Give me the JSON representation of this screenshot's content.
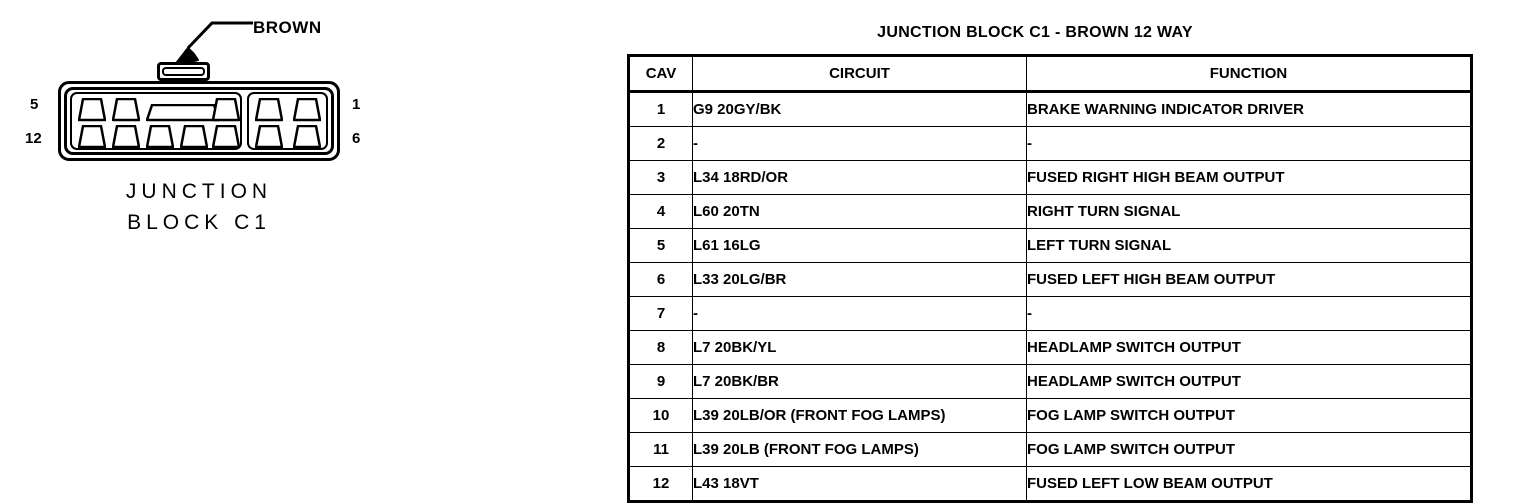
{
  "connector": {
    "callout_label": "BROWN",
    "caption_line1": "JUNCTION",
    "caption_line2": "BLOCK C1",
    "pin_labels": {
      "top_left": "5",
      "bottom_left": "12",
      "top_right": "1",
      "bottom_right": "6"
    },
    "cavity_count": 12,
    "color": "#000000"
  },
  "table": {
    "title": "JUNCTION BLOCK C1 - BROWN 12 WAY",
    "headers": [
      "CAV",
      "CIRCUIT",
      "FUNCTION"
    ],
    "rows": [
      {
        "cav": "1",
        "circuit": "G9 20GY/BK",
        "function": "BRAKE WARNING INDICATOR DRIVER"
      },
      {
        "cav": "2",
        "circuit": "-",
        "function": "-"
      },
      {
        "cav": "3",
        "circuit": "L34 18RD/OR",
        "function": "FUSED RIGHT HIGH BEAM OUTPUT"
      },
      {
        "cav": "4",
        "circuit": "L60 20TN",
        "function": "RIGHT TURN SIGNAL"
      },
      {
        "cav": "5",
        "circuit": "L61 16LG",
        "function": "LEFT TURN SIGNAL"
      },
      {
        "cav": "6",
        "circuit": "L33 20LG/BR",
        "function": "FUSED LEFT HIGH BEAM OUTPUT"
      },
      {
        "cav": "7",
        "circuit": "-",
        "function": "-"
      },
      {
        "cav": "8",
        "circuit": "L7 20BK/YL",
        "function": "HEADLAMP SWITCH OUTPUT"
      },
      {
        "cav": "9",
        "circuit": "L7 20BK/BR",
        "function": "HEADLAMP SWITCH OUTPUT"
      },
      {
        "cav": "10",
        "circuit": "L39 20LB/OR (FRONT FOG LAMPS)",
        "function": "FOG LAMP SWITCH OUTPUT"
      },
      {
        "cav": "11",
        "circuit": "L39 20LB (FRONT FOG LAMPS)",
        "function": "FOG LAMP SWITCH OUTPUT"
      },
      {
        "cav": "12",
        "circuit": "L43 18VT",
        "function": "FUSED LEFT LOW BEAM OUTPUT"
      }
    ]
  }
}
